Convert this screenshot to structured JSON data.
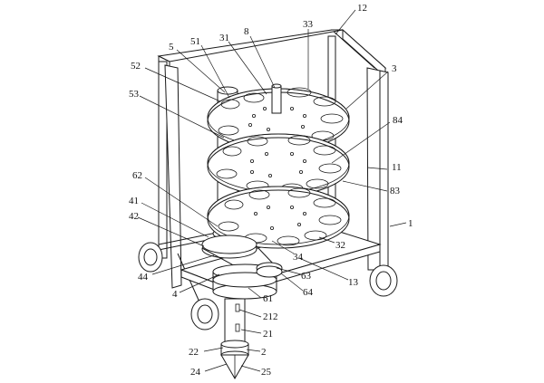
{
  "labels": [
    {
      "id": "12",
      "text": "12"
    },
    {
      "id": "8",
      "text": "8"
    },
    {
      "id": "33",
      "text": "33"
    },
    {
      "id": "5",
      "text": "5"
    },
    {
      "id": "51",
      "text": "51"
    },
    {
      "id": "31",
      "text": "31"
    },
    {
      "id": "52",
      "text": "52"
    },
    {
      "id": "3",
      "text": "3"
    },
    {
      "id": "53",
      "text": "53"
    },
    {
      "id": "84",
      "text": "84"
    },
    {
      "id": "11",
      "text": "11"
    },
    {
      "id": "62",
      "text": "62"
    },
    {
      "id": "83",
      "text": "83"
    },
    {
      "id": "41",
      "text": "41"
    },
    {
      "id": "42",
      "text": "42"
    },
    {
      "id": "1",
      "text": "1"
    },
    {
      "id": "34",
      "text": "34"
    },
    {
      "id": "32",
      "text": "32"
    },
    {
      "id": "44",
      "text": "44"
    },
    {
      "id": "63",
      "text": "63"
    },
    {
      "id": "13",
      "text": "13"
    },
    {
      "id": "4",
      "text": "4"
    },
    {
      "id": "64",
      "text": "64"
    },
    {
      "id": "61",
      "text": "61"
    },
    {
      "id": "212",
      "text": "212"
    },
    {
      "id": "21",
      "text": "21"
    },
    {
      "id": "22",
      "text": "22"
    },
    {
      "id": "2",
      "text": "2"
    },
    {
      "id": "24",
      "text": "24"
    },
    {
      "id": "25",
      "text": "25"
    }
  ]
}
